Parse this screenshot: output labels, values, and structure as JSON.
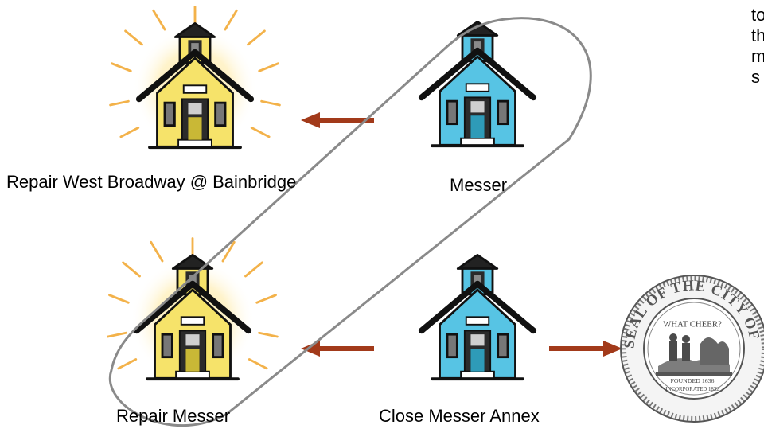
{
  "labels": {
    "top_left": "Repair West Broadway @ Bainbridge",
    "top_right": "Messer",
    "bottom_left": "Repair Messer",
    "bottom_center": "Close Messer Annex"
  },
  "side_text": [
    "to",
    "th",
    "m",
    "s"
  ],
  "seal": {
    "ring_text": "SEAL OF THE CITY OF PROVIDENCE",
    "motto": "WHAT CHEER?",
    "founded": "FOUNDED 1636",
    "incorporated": "INCORPORATED 1832"
  },
  "colors": {
    "yellow_school": "#f6e36a",
    "blue_school": "#57c4e4",
    "arrow": "#a23a1a",
    "loop": "#8a8a8a",
    "rays": "#f3b24a"
  },
  "icons": {
    "yellow_school": "glowing-schoolhouse-icon",
    "blue_school": "schoolhouse-icon",
    "seal": "city-seal-icon",
    "arrow": "arrow-icon"
  }
}
